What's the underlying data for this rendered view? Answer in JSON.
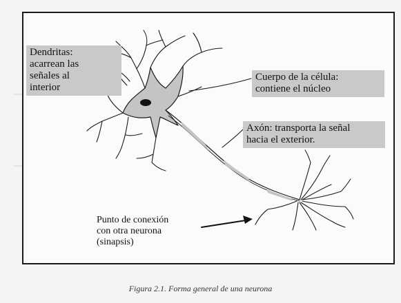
{
  "labels": {
    "dendrites": "Dendritas:\nacarrean las\nseñales al\ninterior",
    "cell_body": "Cuerpo de la célula:\ncontiene el núcleo",
    "axon": "Axón: transporta la señal\nhacia el exterior.",
    "synapse": "Punto de conexión\ncon otra neurona\n(sinapsis)"
  },
  "caption": "Figura 2.1.  Forma general de una neurona",
  "colors": {
    "frame": "#1a1a1a",
    "label_shading": "#c9c9c9",
    "cell_fill": "#c4c4c4",
    "line": "#1a1a1a",
    "background": "#fbfbfa"
  }
}
